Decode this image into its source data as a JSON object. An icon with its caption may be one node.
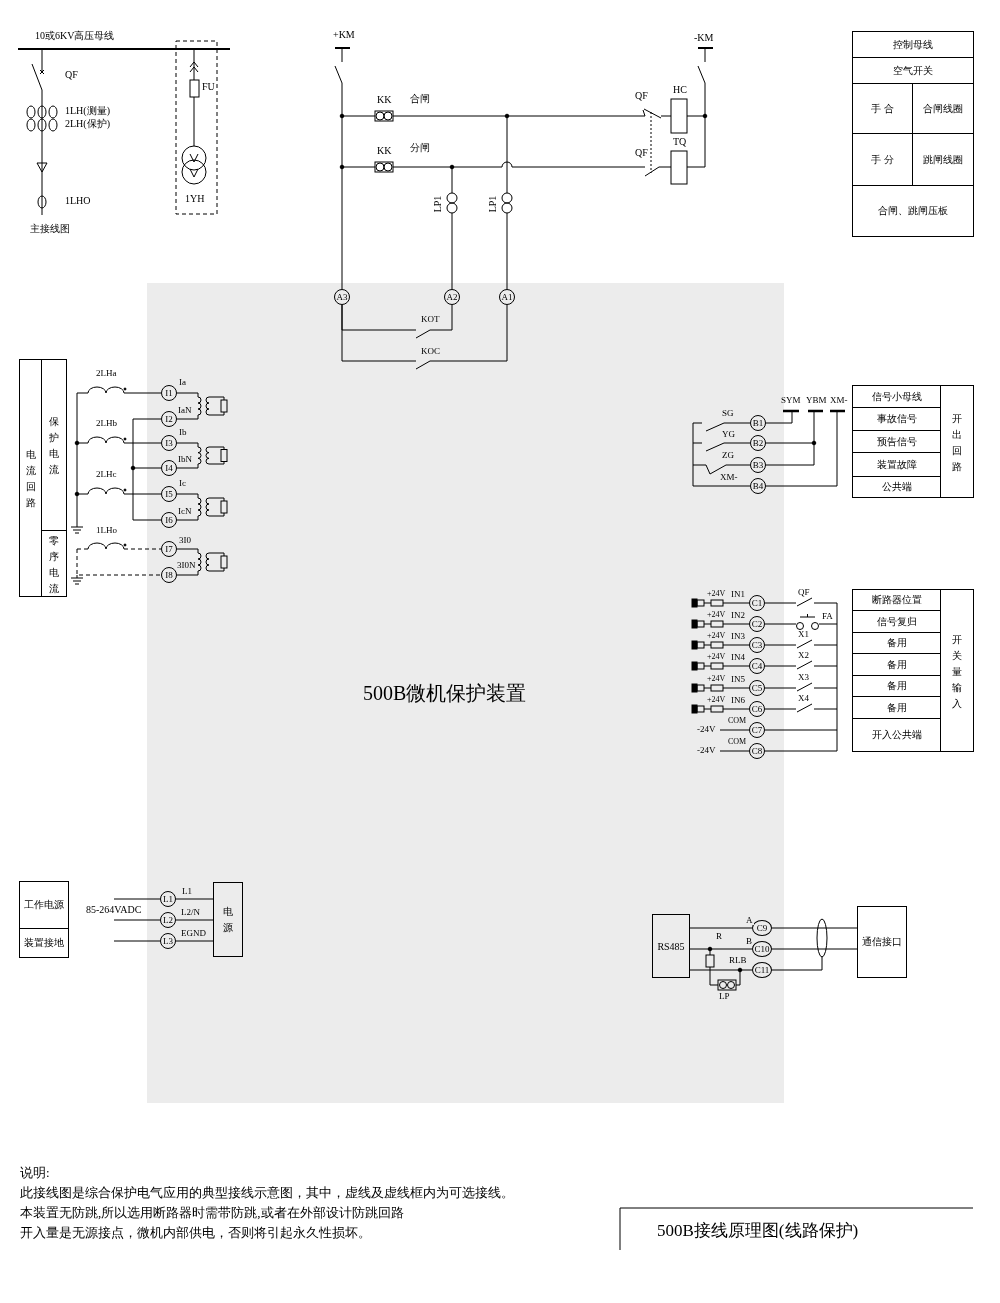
{
  "diagram": {
    "title": "500B接线原理图(线路保护)",
    "nodes": [
      {
        "text": [
          "500B微机保护装置"
        ]
      },
      {
        "text": [
          "A3"
        ],
        "in": 0
      },
      {
        "text": [
          "A2"
        ],
        "in": 0
      },
      {
        "text": [
          "A1"
        ],
        "in": 0
      },
      {
        "text": [
          "I1"
        ],
        "in": 0
      },
      {
        "text": [
          "I2"
        ],
        "in": 0
      },
      {
        "text": [
          "I3"
        ],
        "in": 0
      },
      {
        "text": [
          "I4"
        ],
        "in": 0
      },
      {
        "text": [
          "I5"
        ],
        "in": 0
      },
      {
        "text": [
          "I6"
        ],
        "in": 0
      },
      {
        "text": [
          "I7"
        ],
        "in": 0
      },
      {
        "text": [
          "I8"
        ],
        "in": 0
      },
      {
        "text": [
          "B1"
        ],
        "in": 0
      },
      {
        "text": [
          "B2"
        ],
        "in": 0
      },
      {
        "text": [
          "B3"
        ],
        "in": 0
      },
      {
        "text": [
          "B4"
        ],
        "in": 0
      },
      {
        "text": [
          "C1"
        ],
        "in": 0
      },
      {
        "text": [
          "C2"
        ],
        "in": 0
      },
      {
        "text": [
          "C3"
        ],
        "in": 0
      },
      {
        "text": [
          "C4"
        ],
        "in": 0
      },
      {
        "text": [
          "C5"
        ],
        "in": 0
      },
      {
        "text": [
          "C6"
        ],
        "in": 0
      },
      {
        "text": [
          "C7"
        ],
        "in": 0
      },
      {
        "text": [
          "C8"
        ],
        "in": 0
      },
      {
        "text": [
          "C9"
        ],
        "in": 0
      },
      {
        "text": [
          "C10"
        ],
        "in": 0
      },
      {
        "text": [
          "C11"
        ],
        "in": 0
      },
      {
        "text": [
          "L1"
        ],
        "in": 0
      },
      {
        "text": [
          "L2"
        ],
        "in": 0
      },
      {
        "text": [
          "L3"
        ],
        "in": 0
      },
      {
        "text": [
          "电源"
        ],
        "in": 0
      },
      {
        "text": [
          "RS485"
        ],
        "in": 0
      },
      {
        "text": [
          "通信接口"
        ]
      }
    ],
    "edges": [
      {
        "from": 1,
        "to": 2,
        "arrow": "none",
        "label": "KOT"
      },
      {
        "from": 1,
        "to": 3,
        "arrow": "none",
        "label": "KOC"
      },
      {
        "from": 27,
        "to": 30,
        "arrow": "none",
        "label": "L1"
      },
      {
        "from": 28,
        "to": 30,
        "arrow": "none",
        "label": "L2/N"
      },
      {
        "from": 29,
        "to": 30,
        "arrow": "none",
        "label": "EGND"
      },
      {
        "from": 31,
        "to": 24,
        "arrow": "none",
        "label": "A"
      },
      {
        "from": 31,
        "to": 25,
        "arrow": "none",
        "label": "B"
      },
      {
        "from": 31,
        "to": 26,
        "arrow": "none"
      },
      {
        "from": 24,
        "to": 32,
        "arrow": "none"
      },
      {
        "from": 25,
        "to": 32,
        "arrow": "none"
      }
    ],
    "labels": [
      "10或6KV高压母线",
      "QF",
      "1LH(测量)",
      "2LH(保护)",
      "1LHO",
      "FU",
      "1YH",
      "主接线图",
      "+KM",
      "-KM",
      "KK",
      "合闸",
      "KK",
      "分闸",
      "LP1",
      "LP1",
      "QF",
      "HC",
      "QF",
      "TQ",
      "控制母线",
      "空气开关",
      "手 合",
      "合闸线圈",
      "手 分",
      "跳闸线圈",
      "合闸、跳闸压板",
      "电流回路",
      "保护电流",
      "零序电流",
      "2LHa",
      "2LHb",
      "2LHc",
      "1LHo",
      "Ia",
      "IaN",
      "Ib",
      "IbN",
      "Ic",
      "IcN",
      "3I0",
      "3I0N",
      "SYM",
      "YBM",
      "XM-",
      "SG",
      "YG",
      "ZG",
      "XM-",
      "信号小母线",
      "事故信号",
      "预告信号",
      "装置故障",
      "公共端",
      "开出回路",
      "+24V",
      "IN1",
      "QF",
      "+24V",
      "IN2",
      "FA",
      "+24V",
      "IN3",
      "X1",
      "+24V",
      "IN4",
      "X2",
      "+24V",
      "IN5",
      "X3",
      "+24V",
      "IN6",
      "X4",
      "-24V",
      "COM",
      "-24V",
      "COM",
      "断路器位置",
      "信号复归",
      "备用",
      "备用",
      "备用",
      "备用",
      "开入公共端",
      "开关量输入",
      "工作电源",
      "装置接地",
      "85-264VADC",
      "R",
      "RLB",
      "LP",
      "说明:",
      "此接线图是综合保护电气应用的典型接线示意图，其中，虚线及虚线框内为可选接线。",
      "本装置无防跳,所以选用断路器时需带防跳,或者在外部设计防跳回路",
      "开入量是无源接点，微机内部供电，否则将引起永久性损坏。"
    ]
  }
}
